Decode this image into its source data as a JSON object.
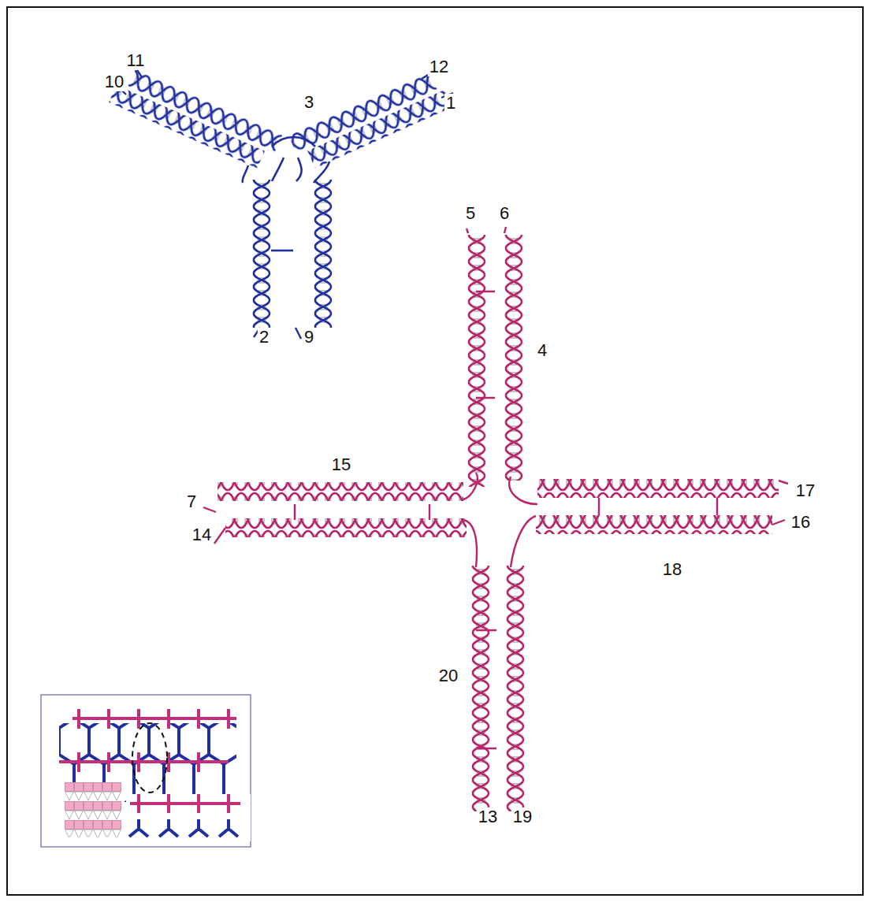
{
  "diagram": {
    "labels": [
      "11",
      "12",
      "10",
      "3",
      "1",
      "5",
      "6",
      "2",
      "9",
      "4",
      "15",
      "17",
      "7",
      "16",
      "14",
      "18",
      "20",
      "13",
      "19"
    ]
  }
}
